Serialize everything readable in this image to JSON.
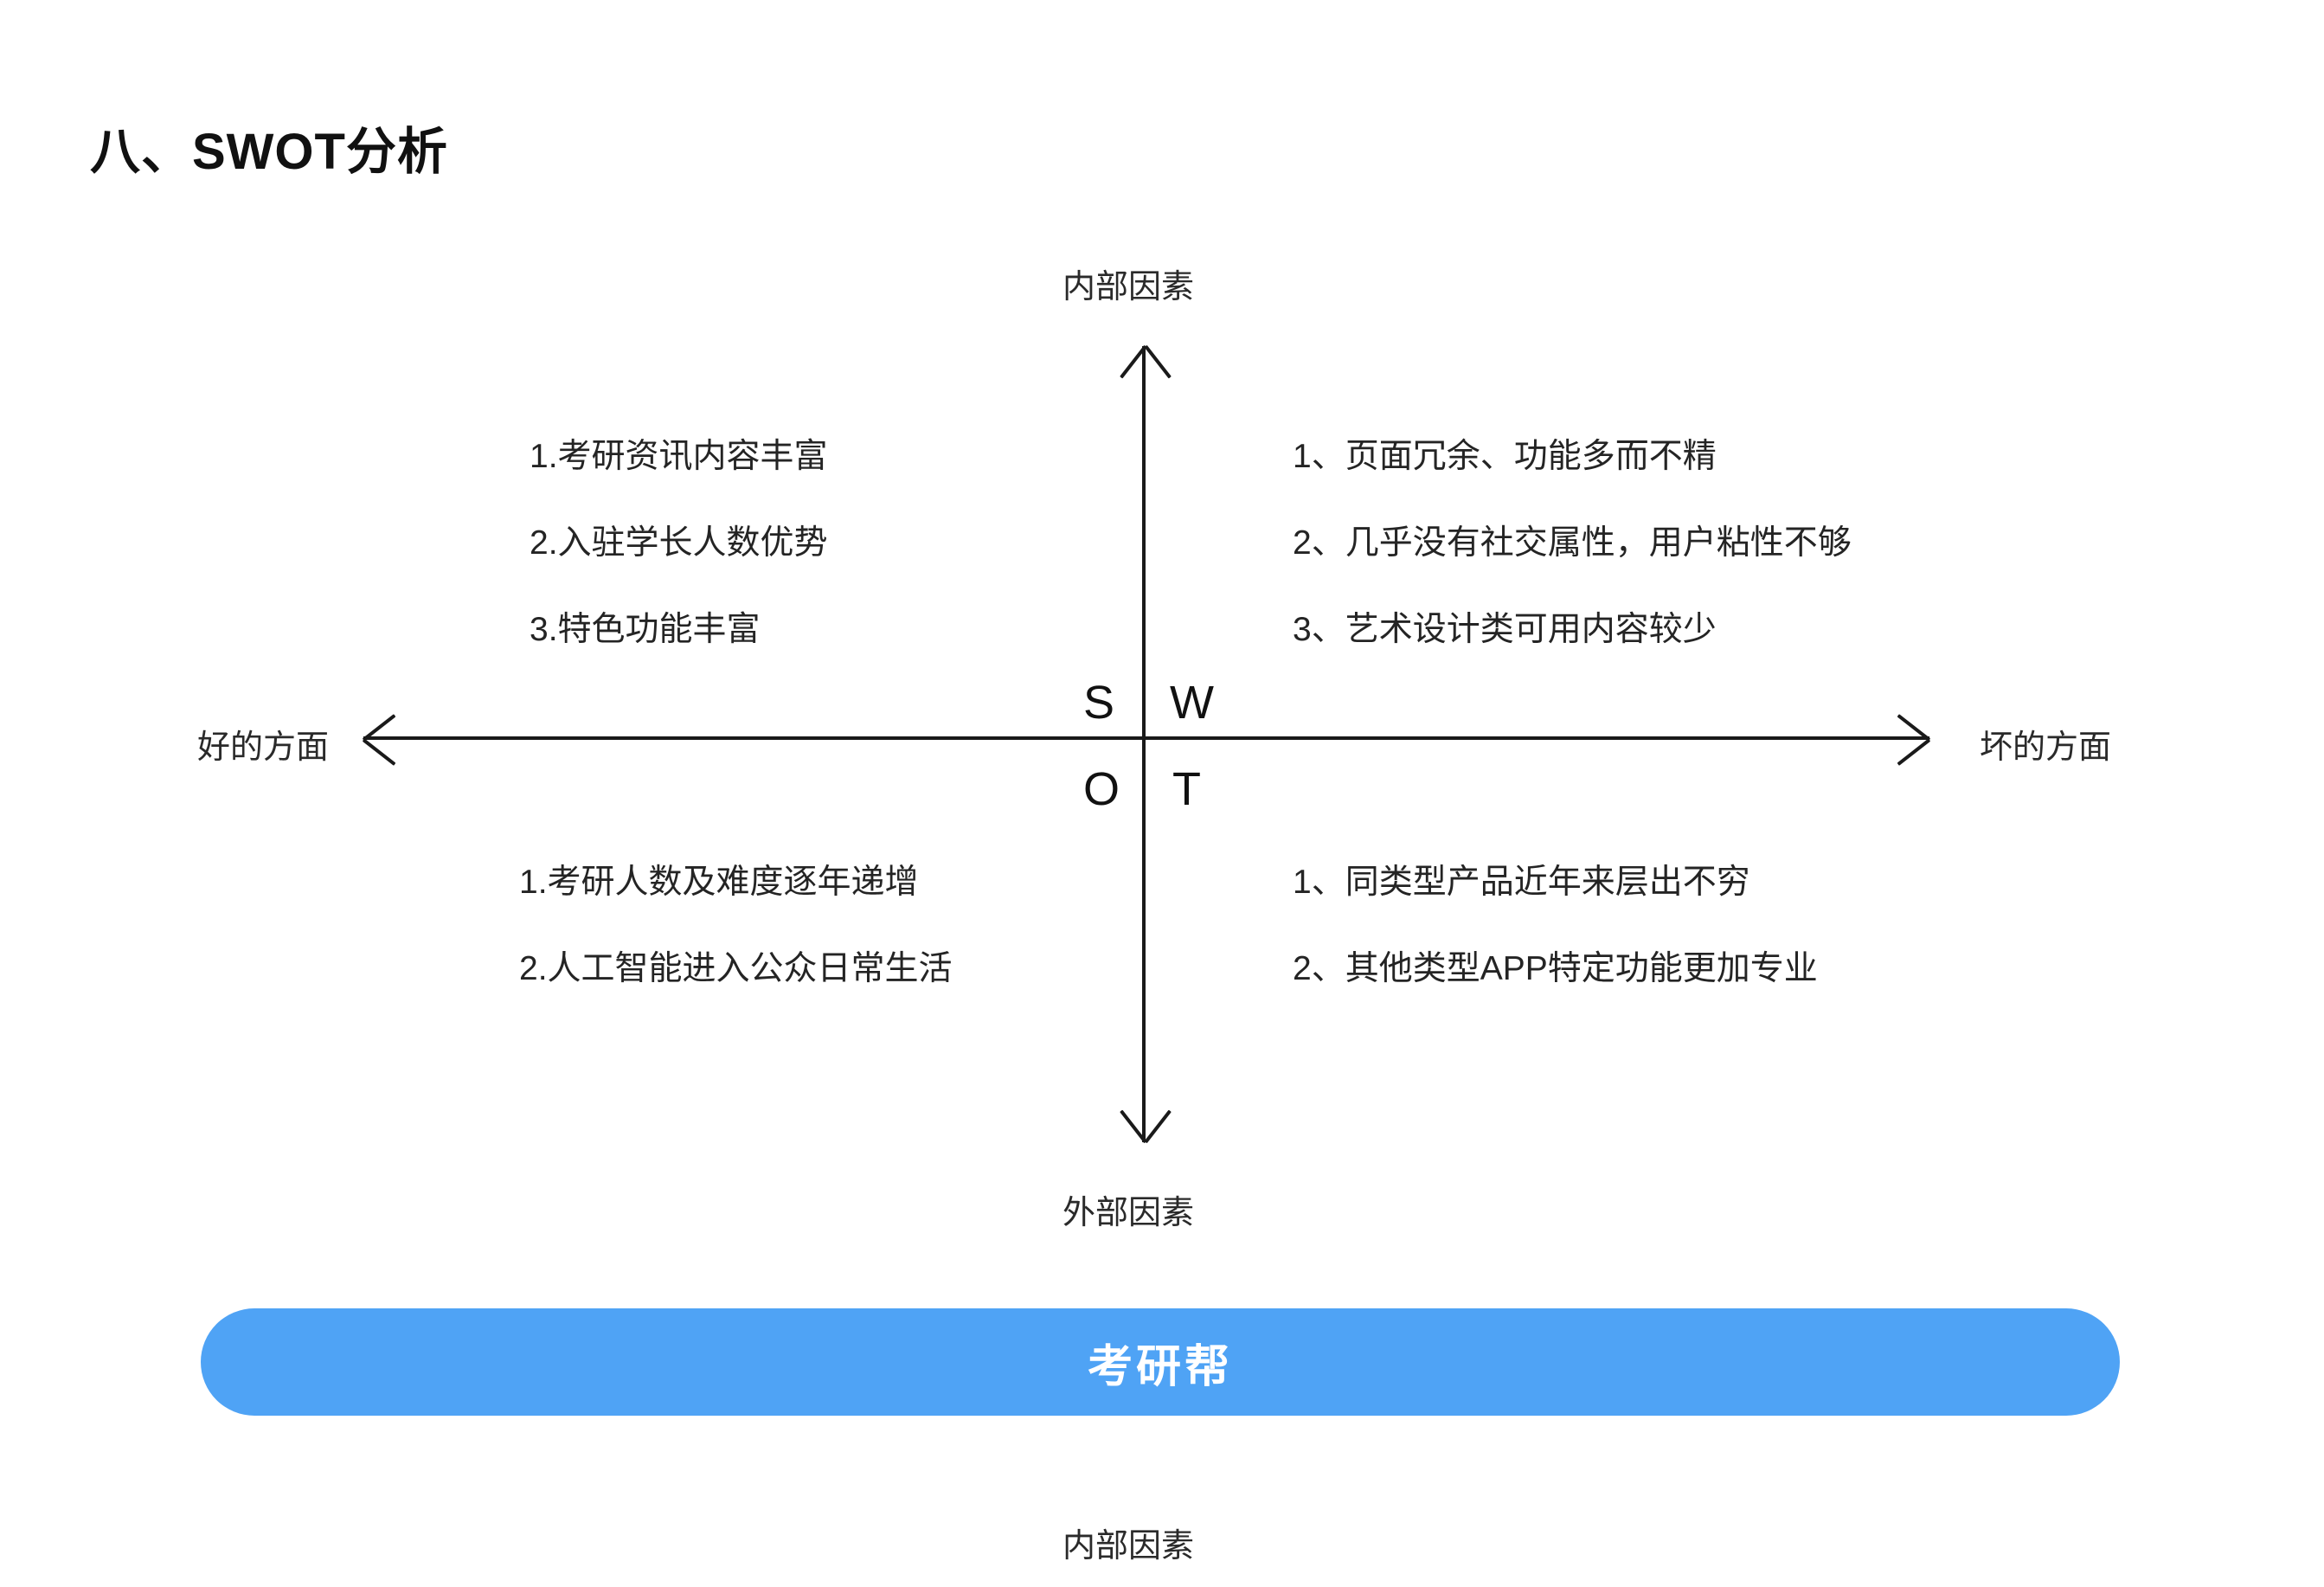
{
  "slide": {
    "title": "八、SWOT分析",
    "background_color": "#ffffff"
  },
  "axes": {
    "top_caption": "内部因素",
    "bottom_caption": "外部因素",
    "left_caption": "好的方面",
    "right_caption": "坏的方面",
    "line_color": "#1a1a1a"
  },
  "swot_letters": {
    "strengths": "S",
    "weaknesses": "W",
    "opportunities": "O",
    "threats": "T"
  },
  "quadrants": {
    "strengths": {
      "items": [
        "1.考研资讯内容丰富",
        "2.入驻学长人数优势",
        "3.特色功能丰富"
      ]
    },
    "weaknesses": {
      "items": [
        "1、页面冗余、功能多而不精",
        "2、几乎没有社交属性，用户粘性不够",
        "3、艺术设计类可用内容较少"
      ]
    },
    "opportunities": {
      "items": [
        "1.考研人数及难度逐年递增",
        "2.人工智能进入公众日常生活"
      ]
    },
    "threats": {
      "items": [
        "1、同类型产品近年来层出不穷",
        "2、其他类型APP特定功能更加专业"
      ]
    }
  },
  "brand_banner": {
    "label": "考研帮",
    "background_color": "#4FA3F5",
    "text_color": "#ffffff"
  },
  "footer": {
    "caption": "内部因素"
  }
}
